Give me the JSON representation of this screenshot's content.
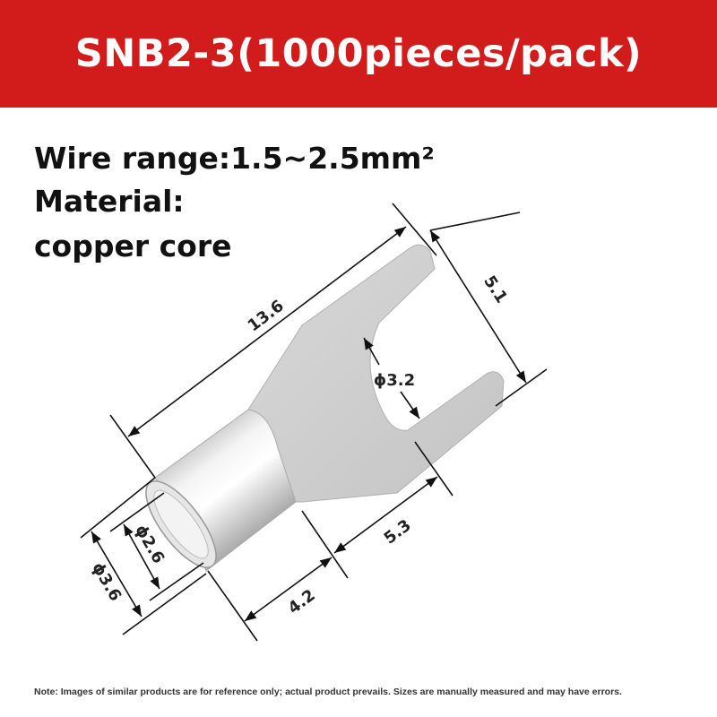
{
  "title": "SNB2-3(1000pieces/pack)",
  "specs": {
    "wire_range": "Wire range:1.5~2.5mm²",
    "material_label": "Material:",
    "material_value": "copper core"
  },
  "dimensions": {
    "total_length": "13.6",
    "fork_width": "5.1",
    "stud_hole": "ϕ3.2",
    "fork_length": "5.3",
    "barrel_length": "4.2",
    "inner_diameter": "ϕ2.6",
    "outer_diameter": "ϕ3.6"
  },
  "note": "Note: Images of similar products are for reference only; actual product prevails. Sizes are manually measured and may have errors.",
  "colors": {
    "banner": "#d21c1c",
    "title_text": "#ffffff"
  }
}
